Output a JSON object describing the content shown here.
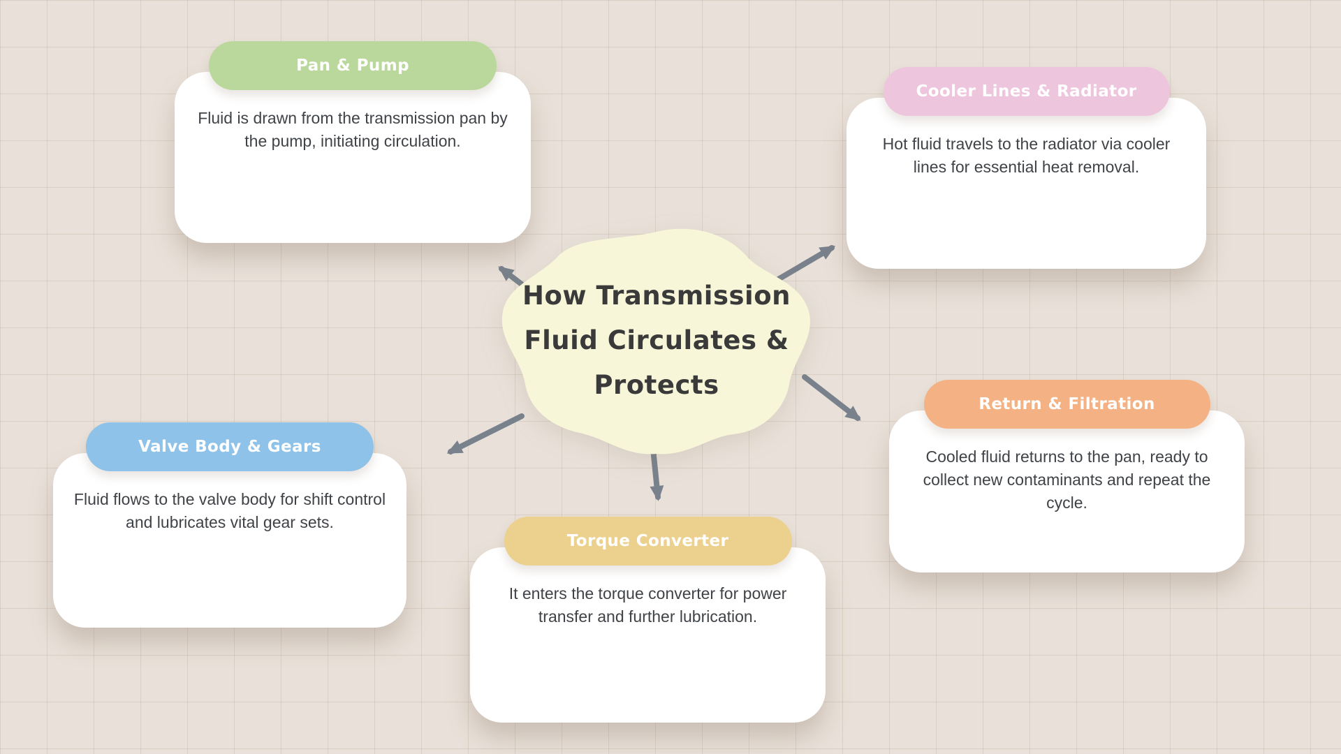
{
  "background": {
    "color": "#e9e1d9",
    "grid_line_color": "rgba(166,143,125,0.22)"
  },
  "center": {
    "blob_color": "#f8f6d8",
    "title_lines": [
      "How Transmission",
      "Fluid Circulates &",
      "Protects"
    ]
  },
  "arrows": {
    "color": "#79828c"
  },
  "nodes": [
    {
      "id": "pan-pump",
      "label": "Pan & Pump",
      "color": "#bad89b",
      "text": "Fluid is drawn from the transmission pan by the pump, initiating circulation."
    },
    {
      "id": "cooler-lines-radiator",
      "label": "Cooler Lines & Radiator",
      "color": "#edc5dd",
      "text": "Hot fluid travels to the radiator via cooler lines for essential heat removal."
    },
    {
      "id": "valve-body-gears",
      "label": "Valve Body & Gears",
      "color": "#8fc2e8",
      "text": "Fluid flows to the valve body for shift control and lubricates vital gear sets."
    },
    {
      "id": "torque-converter",
      "label": "Torque Converter",
      "color": "#ecd18e",
      "text": "It enters the torque converter for power transfer and further lubrication."
    },
    {
      "id": "return-filtration",
      "label": "Return & Filtration",
      "color": "#f3b184",
      "text": "Cooled fluid returns to the pan, ready to collect new contaminants and repeat the cycle."
    }
  ]
}
